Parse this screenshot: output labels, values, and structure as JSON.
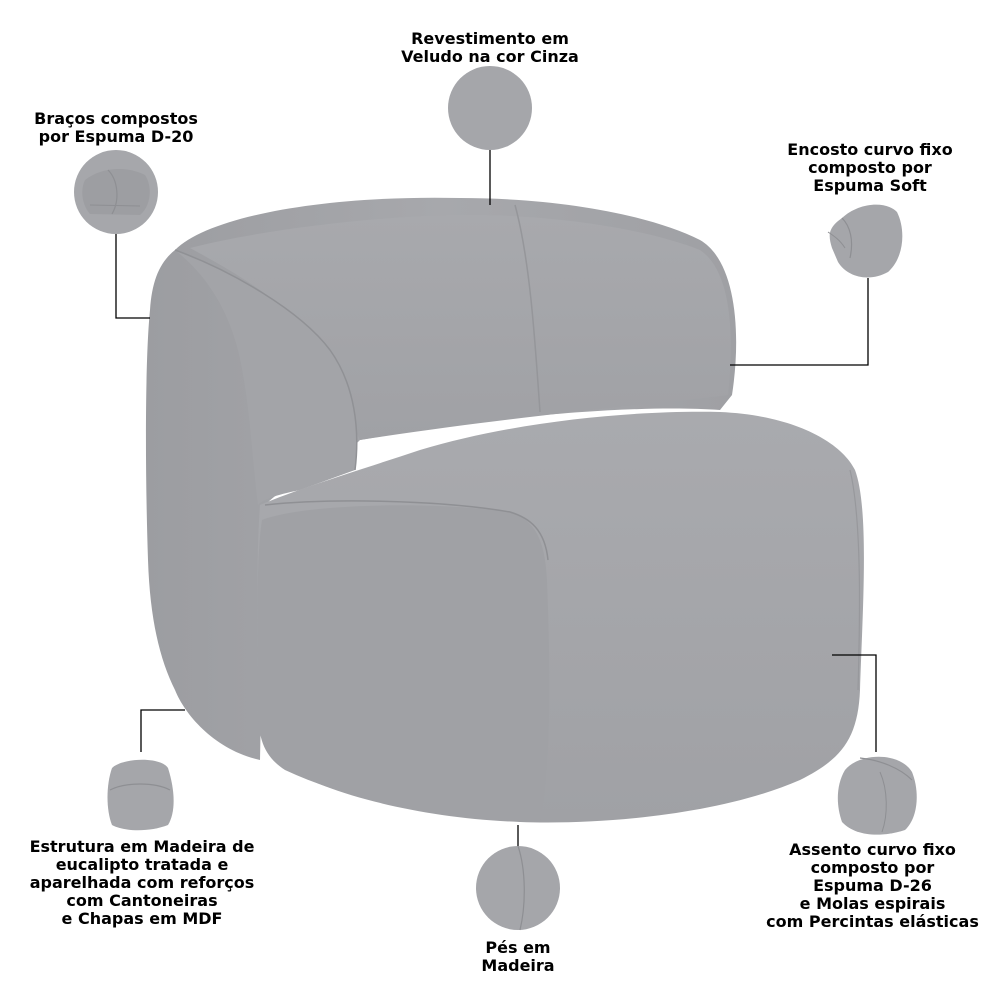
{
  "colors": {
    "background": "#ffffff",
    "fabric": "#a5a6aa",
    "fabric_shadow": "#96979b",
    "fabric_light": "#b0b1b5",
    "line": "#000000"
  },
  "callouts": {
    "covering": {
      "lines": [
        "Revestimento em",
        "Veludo na cor Cinza"
      ]
    },
    "arms": {
      "lines": [
        "Braços compostos",
        "por Espuma D-20"
      ]
    },
    "backrest": {
      "lines": [
        "Encosto curvo fixo",
        "composto por",
        "Espuma Soft"
      ]
    },
    "structure": {
      "lines": [
        "Estrutura em Madeira de",
        "eucalipto tratada e",
        "aparelhada com reforços",
        "com Cantoneiras",
        "e Chapas em MDF"
      ]
    },
    "feet": {
      "lines": [
        "Pés em",
        "Madeira"
      ]
    },
    "seat": {
      "lines": [
        "Assento curvo fixo",
        "composto por",
        "Espuma D-26",
        "e Molas espirais",
        "com Percintas elásticas"
      ]
    }
  }
}
